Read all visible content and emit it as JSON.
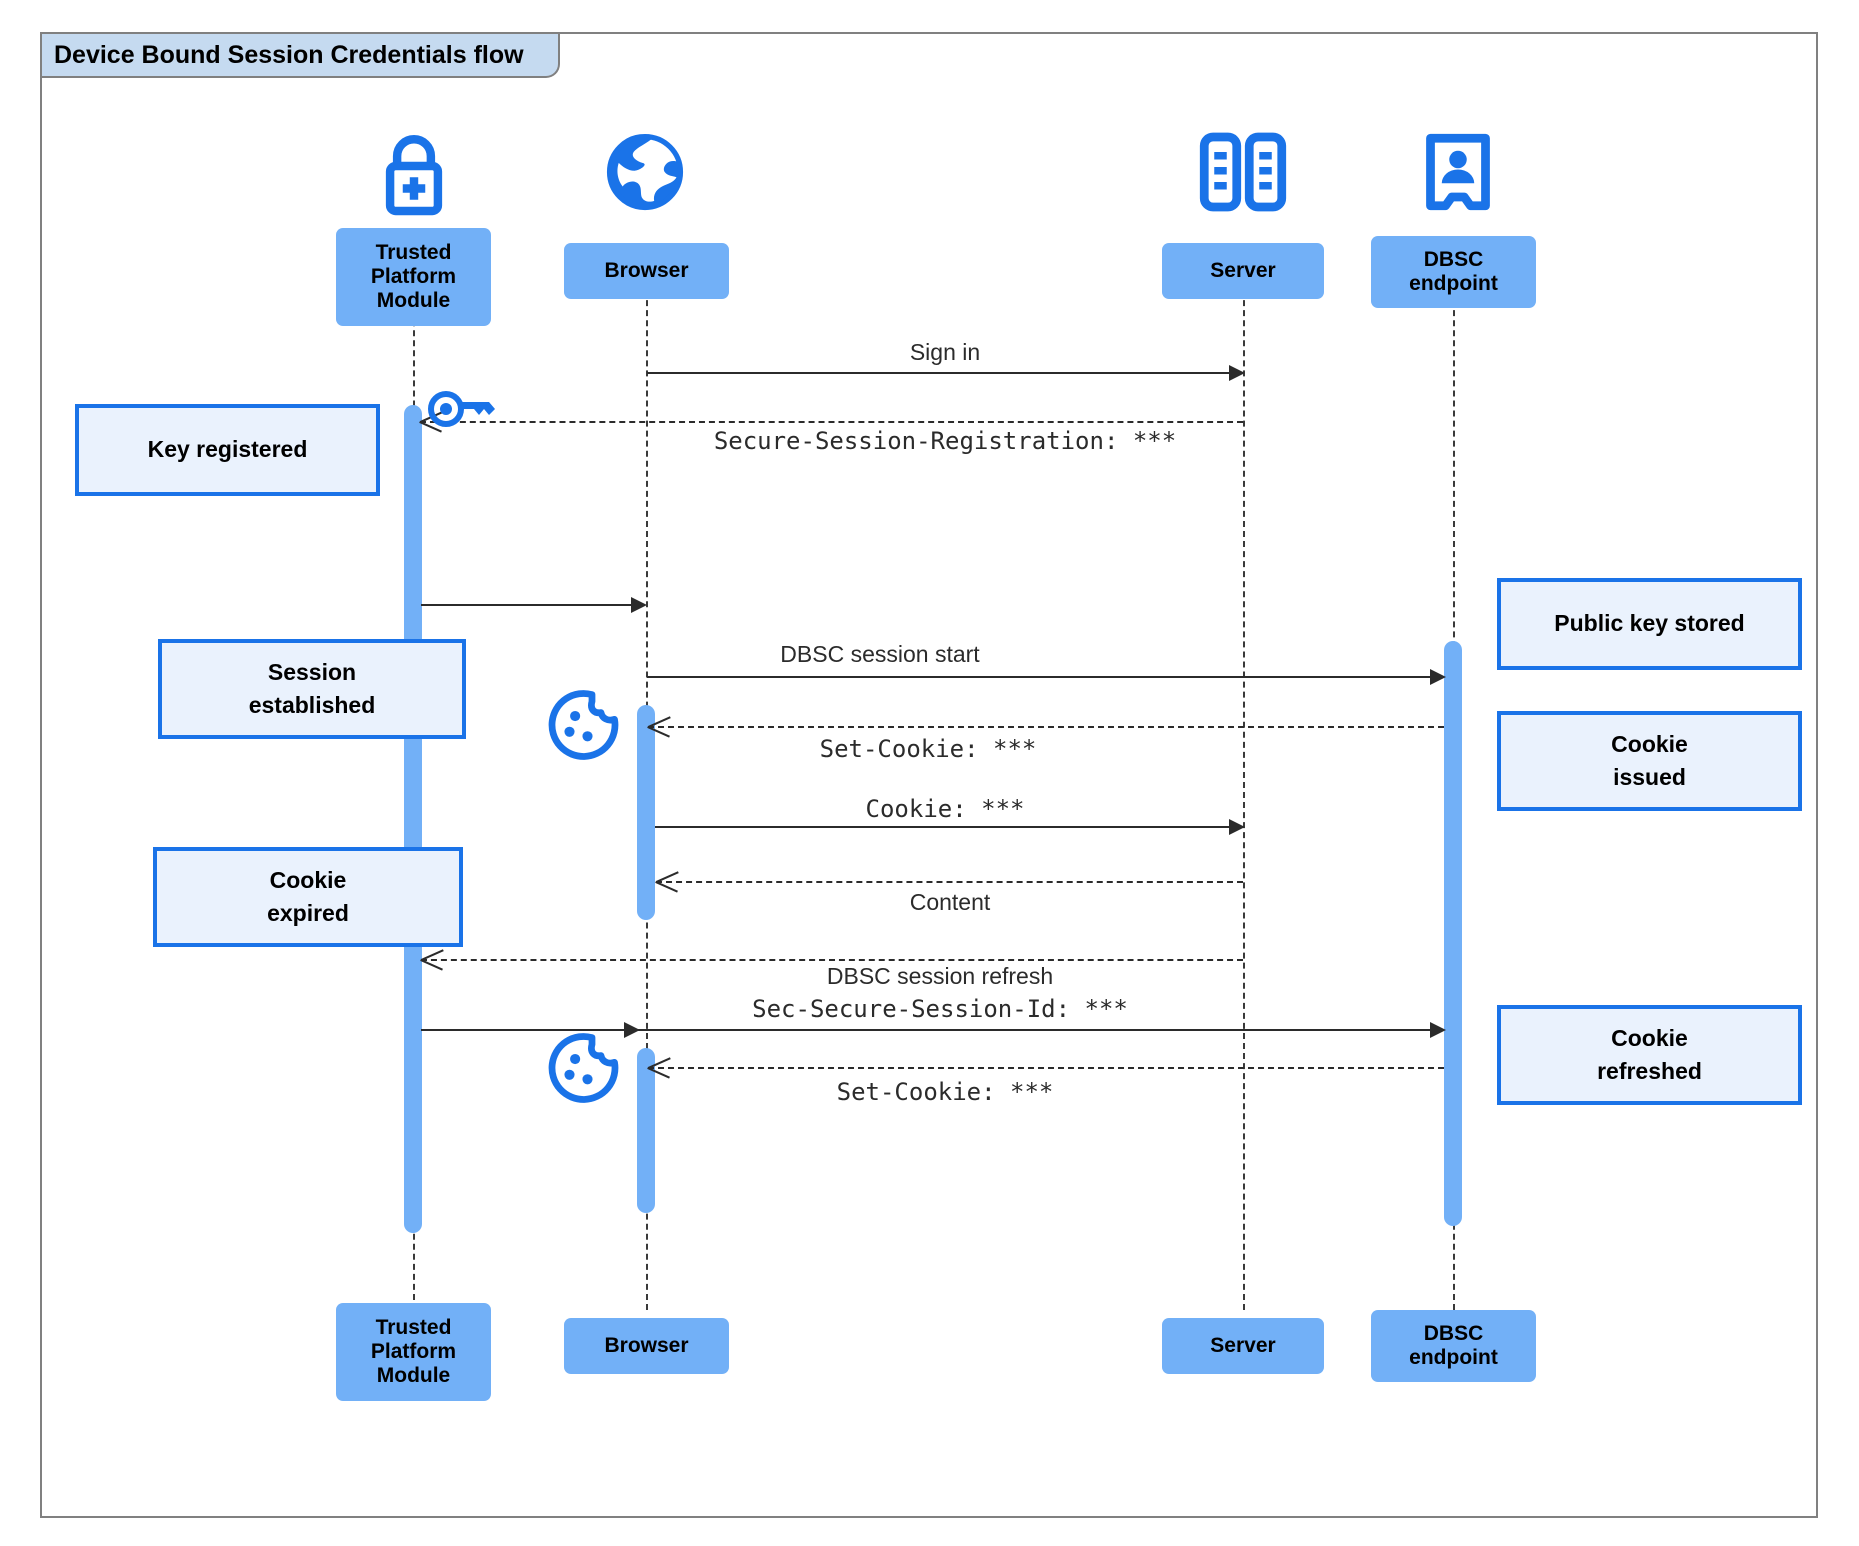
{
  "frame": {
    "title": "Device Bound Session Credentials flow"
  },
  "colors": {
    "participant_fill": "#72b0f7",
    "note_fill": "#eaf2fd",
    "note_border": "#1a73e8",
    "icon_blue": "#1a73e8",
    "line": "#2b2b2b",
    "frame_border": "#808080",
    "title_fill": "#c5daf0"
  },
  "participants": [
    {
      "id": "tpm",
      "label": "Trusted\nPlatform\nModule",
      "icon": "lock-plus-icon"
    },
    {
      "id": "browser",
      "label": "Browser",
      "icon": "globe-icon"
    },
    {
      "id": "server",
      "label": "Server",
      "icon": "server-rack-icon"
    },
    {
      "id": "dbsc",
      "label": "DBSC\nendpoint",
      "icon": "id-badge-icon"
    }
  ],
  "participants_bottom": [
    {
      "id": "tpm",
      "label": "Trusted\nPlatform\nModule"
    },
    {
      "id": "browser",
      "label": "Browser"
    },
    {
      "id": "server",
      "label": "Server"
    },
    {
      "id": "dbsc",
      "label": "DBSC\nendpoint"
    }
  ],
  "messages": [
    {
      "id": "m1",
      "from": "browser",
      "to": "server",
      "style": "solid",
      "font": "sans",
      "label": "Sign in"
    },
    {
      "id": "m2",
      "from": "server",
      "to": "tpm",
      "style": "dashed",
      "font": "mono",
      "label": "Secure-Session-Registration: ***"
    },
    {
      "id": "m3",
      "from": "tpm",
      "to": "browser",
      "style": "solid",
      "font": "sans",
      "label": ""
    },
    {
      "id": "m4",
      "from": "browser",
      "to": "dbsc",
      "style": "solid",
      "font": "sans",
      "label": "DBSC session start"
    },
    {
      "id": "m5",
      "from": "dbsc",
      "to": "browser",
      "style": "dashed",
      "font": "mono",
      "label": "Set-Cookie: ***"
    },
    {
      "id": "m6",
      "from": "browser",
      "to": "server",
      "style": "solid",
      "font": "mono",
      "label": "Cookie: ***"
    },
    {
      "id": "m7",
      "from": "server",
      "to": "browser",
      "style": "dashed",
      "font": "sans",
      "label": "Content"
    },
    {
      "id": "m8",
      "from": "server",
      "to": "tpm",
      "style": "dashed",
      "font": "sans",
      "label": ""
    },
    {
      "id": "m9",
      "from": "tpm",
      "to": "dbsc",
      "style": "solid",
      "font": "mixed",
      "label_line1": "DBSC session refresh",
      "label_line2": "Sec-Secure-Session-Id: ***"
    },
    {
      "id": "m10",
      "from": "dbsc",
      "to": "browser",
      "style": "dashed",
      "font": "mono",
      "label": "Set-Cookie: ***"
    }
  ],
  "notes": [
    {
      "id": "n1",
      "label": "Key registered",
      "side": "left"
    },
    {
      "id": "n2",
      "label": "Session\nestablished",
      "side": "left"
    },
    {
      "id": "n3",
      "label": "Cookie\nexpired",
      "side": "left"
    },
    {
      "id": "n4",
      "label": "Public key stored",
      "side": "right"
    },
    {
      "id": "n5",
      "label": "Cookie\nissued",
      "side": "right"
    },
    {
      "id": "n6",
      "label": "Cookie\nrefreshed",
      "side": "right"
    }
  ],
  "inline_icons": [
    {
      "id": "key1",
      "name": "key-icon",
      "near": "tpm"
    },
    {
      "id": "cookie1",
      "name": "cookie-icon",
      "near": "browser"
    },
    {
      "id": "cookie2",
      "name": "cookie-icon",
      "near": "browser"
    }
  ]
}
